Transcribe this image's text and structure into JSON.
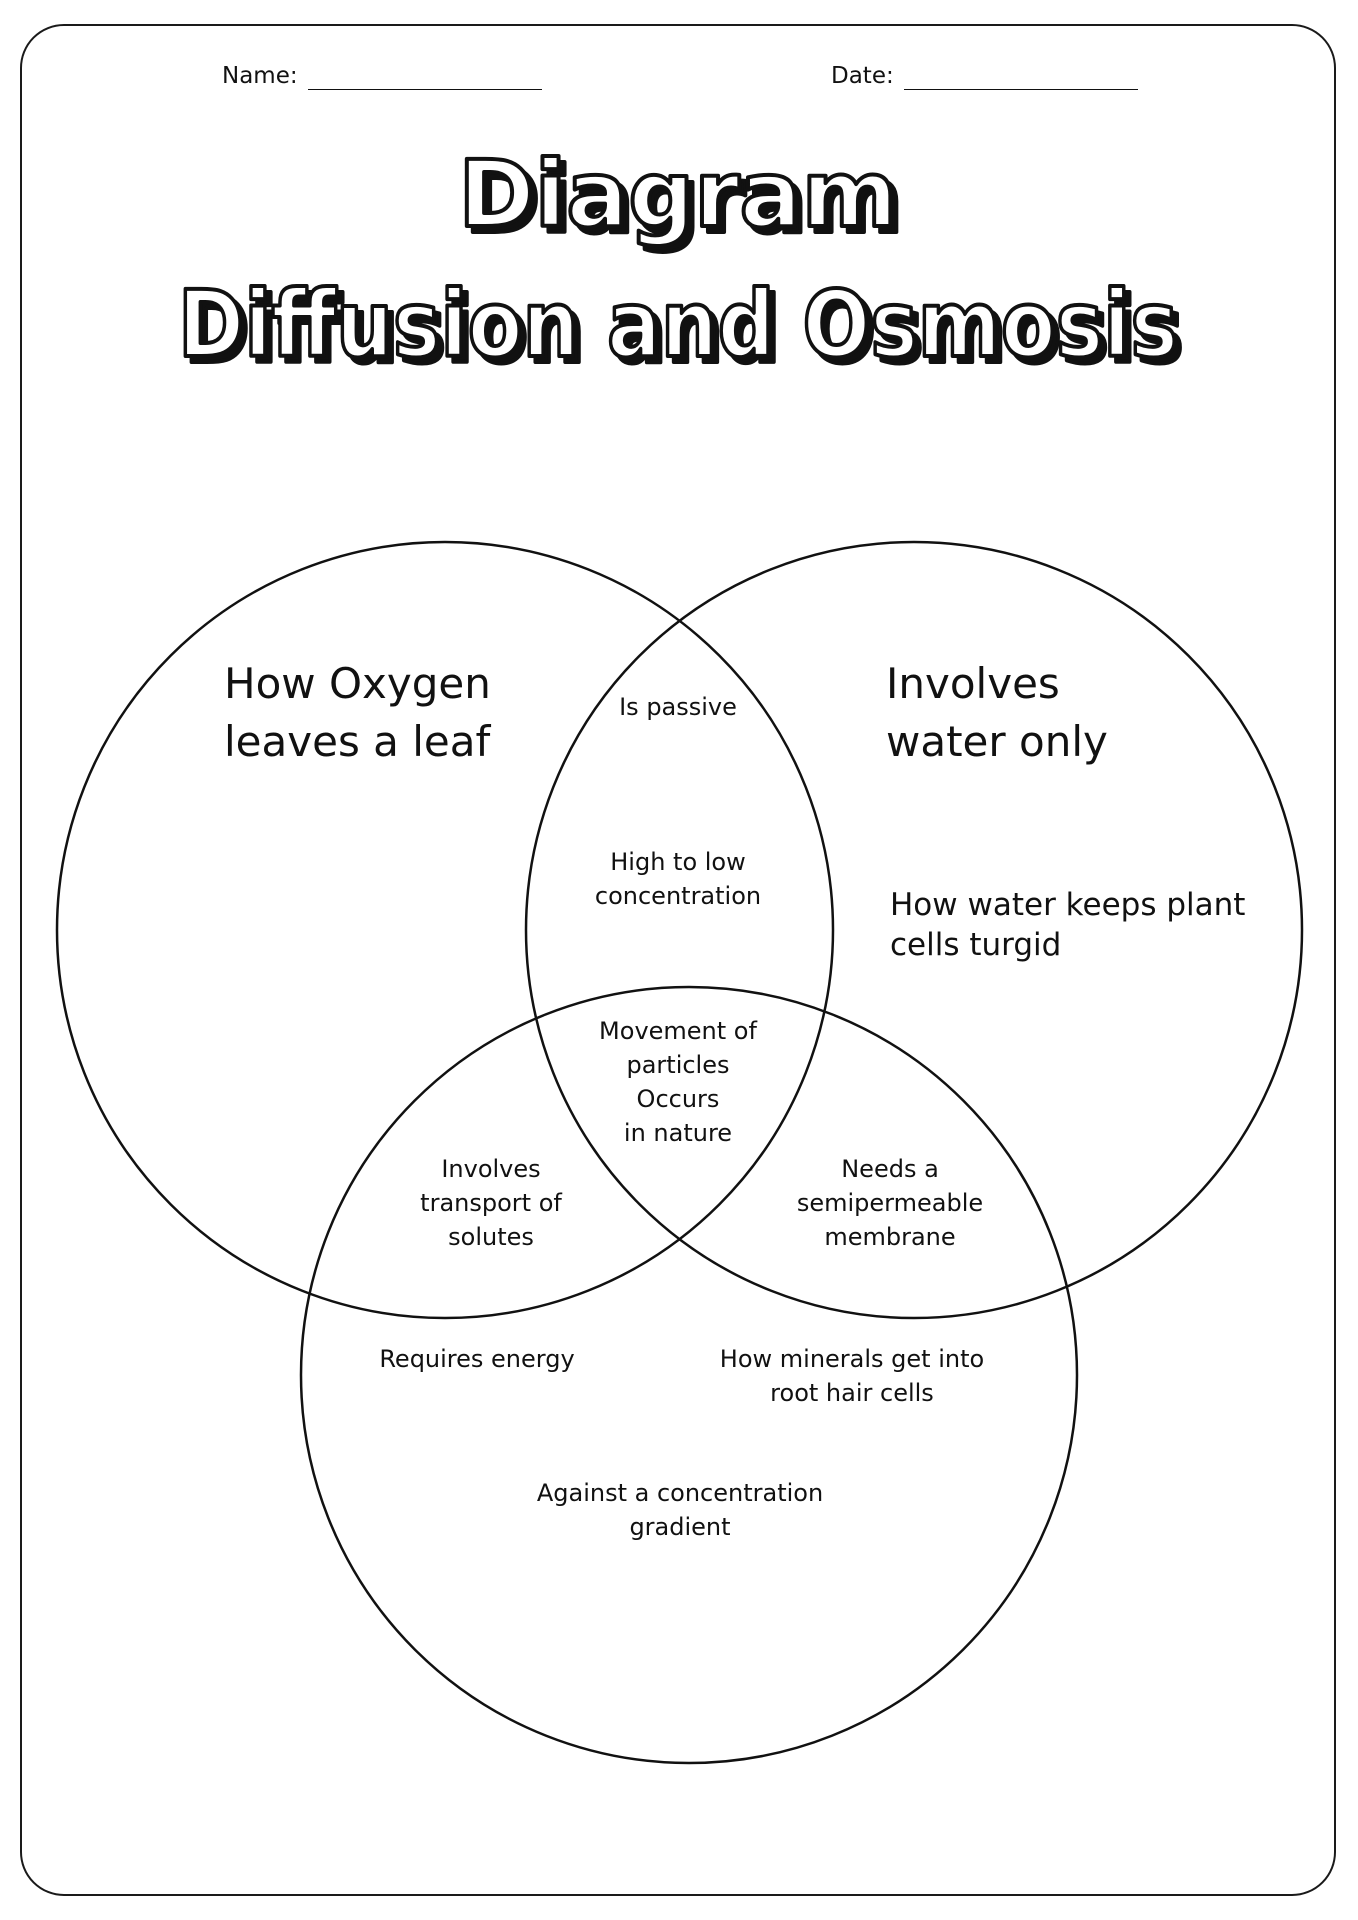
{
  "header": {
    "name_label": "Name:",
    "date_label": "Date:"
  },
  "title": {
    "line1": "Diagram",
    "line2": "Diffusion and Osmosis"
  },
  "venn": {
    "diffusion_only": "How Oxygen\nleaves a leaf",
    "osmosis_only_1": "Involves\nwater only",
    "osmosis_only_2": "How water keeps plant\ncells turgid",
    "diffusion_osmosis_1": "Is passive",
    "diffusion_osmosis_2": "High to low\nconcentration",
    "all_three": "Movement of\nparticles\nOccurs\nin nature",
    "diffusion_active": "Involves\ntransport of\nsolutes",
    "osmosis_active": "Needs a\nsemipermeable\nmembrane",
    "active_only_1": "Requires energy",
    "active_only_2": "How minerals get into\nroot hair cells",
    "active_only_3": "Against a concentration\ngradient"
  }
}
